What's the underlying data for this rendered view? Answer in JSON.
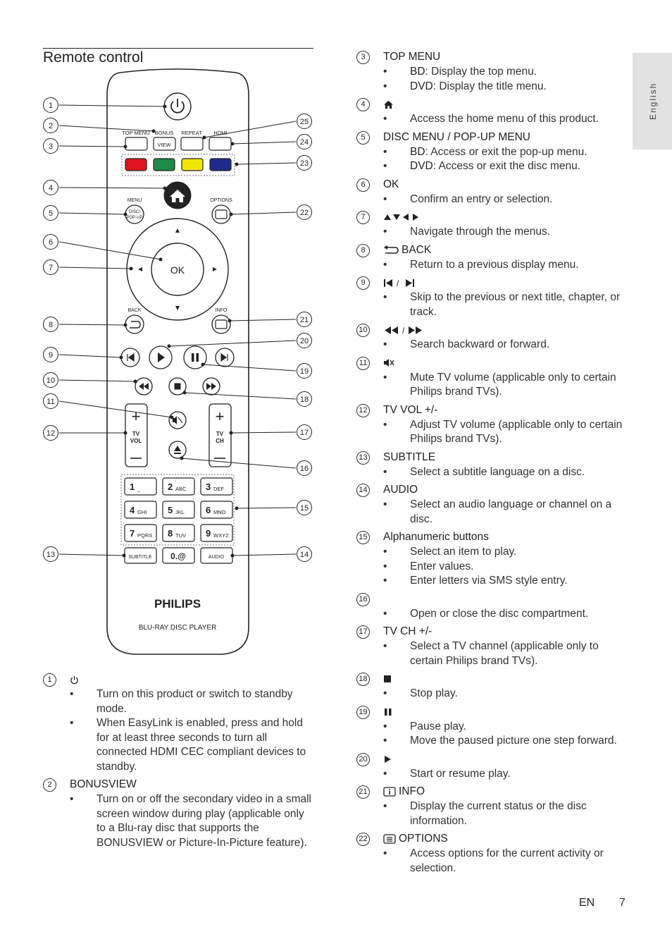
{
  "section_title": "Remote control",
  "side_tab": "English",
  "remote": {
    "brand": "PHILIPS",
    "model": "BLU-RAY DISC PLAYER",
    "key_labels": {
      "top_menu": "TOP MENU",
      "bonus": "BONUS",
      "view": "VIEW",
      "repeat": "REPEAT",
      "hdmi": "HDMI",
      "menu": "MENU",
      "disc_popup": "DISC/ POP-UP",
      "options": "OPTIONS",
      "ok": "OK",
      "back": "BACK",
      "info": "INFO",
      "tv_vol": "TV VOL",
      "tv_ch": "TV CH",
      "subtitle": "SUBTITLE",
      "audio": "AUDIO",
      "zero": "0.@"
    },
    "number_keys": [
      {
        "n": "1",
        "s": "_"
      },
      {
        "n": "2",
        "s": "ABC"
      },
      {
        "n": "3",
        "s": "DEF"
      },
      {
        "n": "4",
        "s": "GHI"
      },
      {
        "n": "5",
        "s": "JKL"
      },
      {
        "n": "6",
        "s": "MNO"
      },
      {
        "n": "7",
        "s": "PQRS"
      },
      {
        "n": "8",
        "s": "TUV"
      },
      {
        "n": "9",
        "s": "WXYZ"
      }
    ],
    "color_keys": [
      "#e0141e",
      "#1e8a4a",
      "#f2e600",
      "#1f2a8c"
    ],
    "callout_left": [
      "1",
      "2",
      "3",
      "4",
      "5",
      "6",
      "7",
      "8",
      "9",
      "10",
      "11",
      "12",
      "13"
    ],
    "callout_right": [
      "25",
      "24",
      "23",
      "22",
      "21",
      "20",
      "19",
      "18",
      "17",
      "16",
      "15",
      "14"
    ]
  },
  "left_entries": [
    {
      "num": "1",
      "icon": "power",
      "title": "",
      "bullets": [
        "Turn on this product or switch to standby mode.",
        "When EasyLink is enabled, press and hold for at least three seconds to turn all connected HDMI CEC compliant devices to standby."
      ]
    },
    {
      "num": "2",
      "title": "BONUSVIEW",
      "bullets": [
        "Turn on or off the secondary video in a small screen window during play (applicable only to a Blu-ray disc that supports the BONUSVIEW or Picture-In-Picture feature)."
      ]
    }
  ],
  "right_entries": [
    {
      "num": "3",
      "title": "TOP MENU",
      "bullets": [
        {
          "term": "BD",
          "text": ": Display the top menu."
        },
        {
          "term": "DVD",
          "text": ": Display the title menu."
        }
      ]
    },
    {
      "num": "4",
      "icon": "home",
      "title": "",
      "bullets": [
        {
          "text": "Access the home menu of this product."
        }
      ]
    },
    {
      "num": "5",
      "title": "DISC MENU / POP-UP MENU",
      "bullets": [
        {
          "term": "BD",
          "text": ": Access or exit the pop-up menu."
        },
        {
          "term": "DVD",
          "text": ": Access or exit the disc menu."
        }
      ]
    },
    {
      "num": "6",
      "title": "OK",
      "bullets": [
        {
          "text": "Confirm an entry or selection."
        }
      ]
    },
    {
      "num": "7",
      "icon": "arrows",
      "title": "",
      "bullets": [
        {
          "text": "Navigate through the menus."
        }
      ]
    },
    {
      "num": "8",
      "icon": "back",
      "title": "BACK",
      "bullets": [
        {
          "text": "Return to a previous display menu."
        }
      ]
    },
    {
      "num": "9",
      "icon": "skip",
      "title": "",
      "bullets": [
        {
          "text": "Skip to the previous or next title, chapter, or track."
        }
      ]
    },
    {
      "num": "10",
      "icon": "search",
      "title": "",
      "bullets": [
        {
          "text": "Search backward or forward."
        }
      ]
    },
    {
      "num": "11",
      "icon": "mute",
      "title": "",
      "bullets": [
        {
          "text": "Mute TV volume (applicable only to certain Philips brand TVs)."
        }
      ]
    },
    {
      "num": "12",
      "title": "TV VOL +/-",
      "bullets": [
        {
          "text": "Adjust TV volume (applicable only to certain Philips brand TVs)."
        }
      ]
    },
    {
      "num": "13",
      "title": "SUBTITLE",
      "bullets": [
        {
          "text": "Select a subtitle language on a disc."
        }
      ]
    },
    {
      "num": "14",
      "title": "AUDIO",
      "bullets": [
        {
          "text": "Select an audio language or channel on a disc."
        }
      ]
    },
    {
      "num": "15",
      "title": "Alphanumeric buttons",
      "bullets": [
        {
          "text": "Select an item to play."
        },
        {
          "text": "Enter values."
        },
        {
          "text": "Enter letters via SMS style entry."
        }
      ]
    },
    {
      "num": "16",
      "icon": "eject",
      "title": "",
      "bullets": [
        {
          "text": "Open or close the disc compartment."
        }
      ]
    },
    {
      "num": "17",
      "title": "TV CH +/-",
      "bullets": [
        {
          "text": "Select a TV channel (applicable only to certain Philips brand TVs)."
        }
      ]
    },
    {
      "num": "18",
      "icon": "stop",
      "title": "",
      "bullets": [
        {
          "text": "Stop play."
        }
      ]
    },
    {
      "num": "19",
      "icon": "pause",
      "title": "",
      "bullets": [
        {
          "text": "Pause play."
        },
        {
          "text": "Move the paused picture one step forward."
        }
      ]
    },
    {
      "num": "20",
      "icon": "play",
      "title": "",
      "bullets": [
        {
          "text": "Start or resume play."
        }
      ]
    },
    {
      "num": "21",
      "icon": "info",
      "title": "INFO",
      "bullets": [
        {
          "text": "Display the current status or the disc information."
        }
      ]
    },
    {
      "num": "22",
      "icon": "options",
      "title": "OPTIONS",
      "bullets": [
        {
          "text": "Access options for the current activity or selection."
        }
      ]
    }
  ],
  "footer": {
    "lang": "EN",
    "page": "7"
  }
}
